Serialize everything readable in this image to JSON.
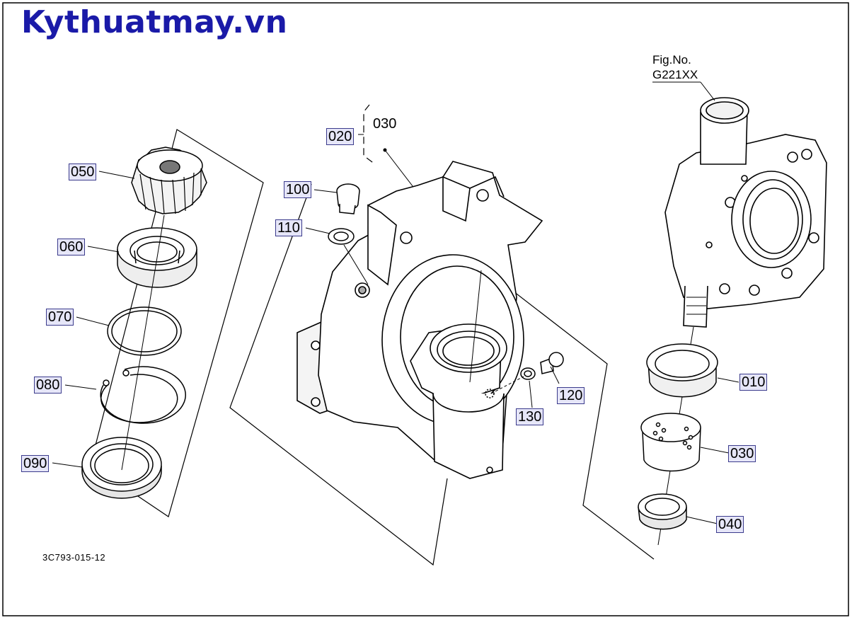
{
  "watermark": "Kythuatmay.vn",
  "fig": {
    "label": "Fig.No.",
    "number": "G221XX"
  },
  "doc_id": "3C793-015-12",
  "callouts": {
    "p010": "010",
    "p020": "020",
    "p030_bracket": "030",
    "p030": "030",
    "p040": "040",
    "p050": "050",
    "p060": "060",
    "p070": "070",
    "p080": "080",
    "p090": "090",
    "p100": "100",
    "p110": "110",
    "p120": "120",
    "p130": "130"
  }
}
